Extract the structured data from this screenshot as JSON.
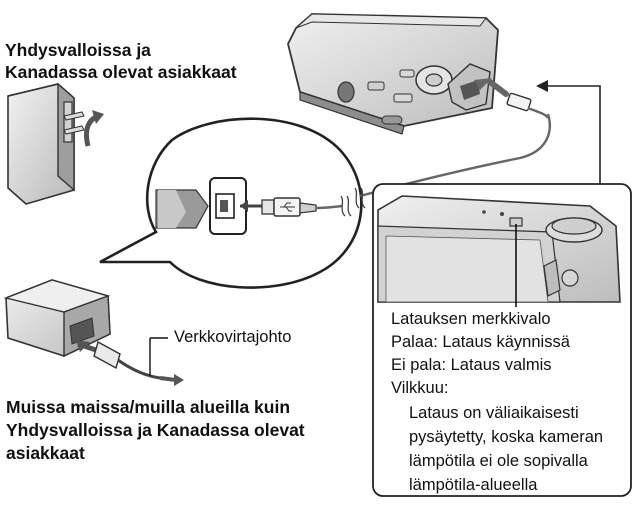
{
  "labels": {
    "us_canada_line1": "Yhdysvalloissa ja",
    "us_canada_line2": "Kanadassa olevat asiakkaat",
    "power_cord": "Verkkovirtajohto",
    "other_line1": "Muissa maissa/muilla alueilla kuin",
    "other_line2": "Yhdysvalloissa ja Kanadassa olevat",
    "other_line3": "asiakkaat"
  },
  "indicator": {
    "title": "Latauksen merkkivalo",
    "lit": "Palaa: Lataus käynnissä",
    "off": "Ei pala: Lataus valmis",
    "blinking": "Vilkkuu:",
    "blink_detail_1": "Lataus on väliaikaisesti",
    "blink_detail_2": "pysäytetty, koska kameran",
    "blink_detail_3": "lämpötila ei ole sopivalla",
    "blink_detail_4": "lämpötila-alueella"
  },
  "icons": [
    "ac-adapter-us-icon",
    "ac-adapter-other-icon",
    "camera-icon",
    "usb-connector-icon",
    "usb-symbol-icon",
    "rotate-arrow-icon",
    "arrow-icon"
  ]
}
